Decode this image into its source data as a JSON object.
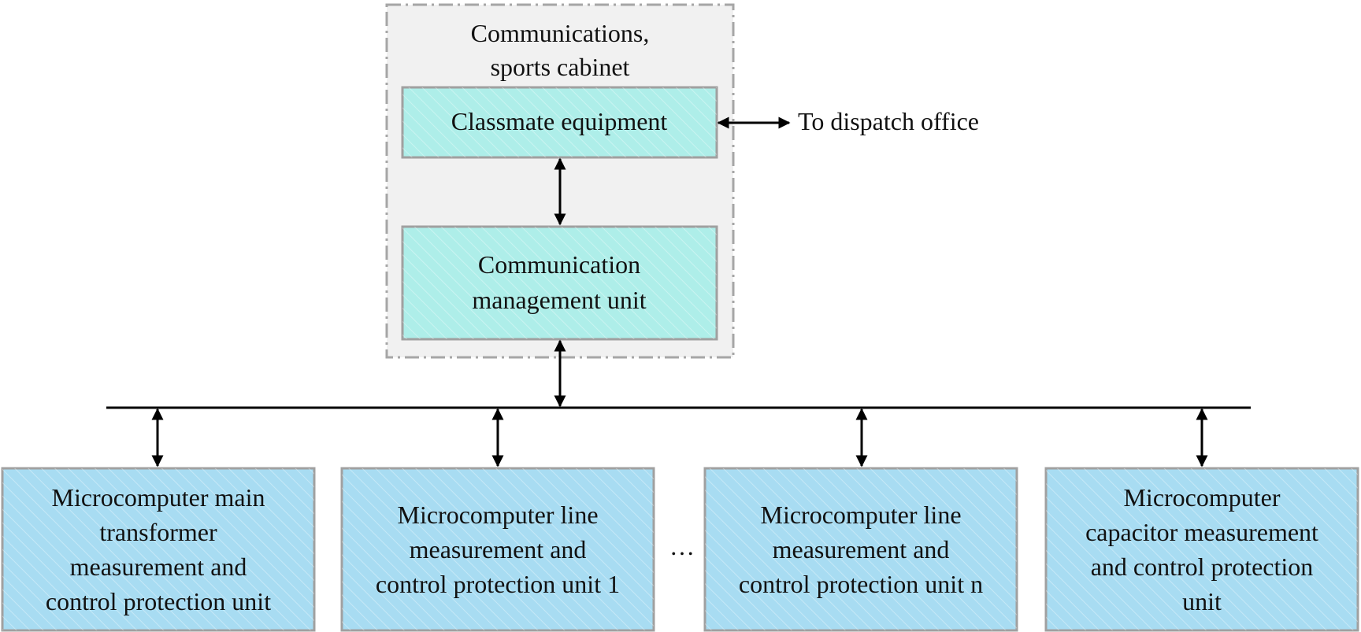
{
  "colors": {
    "cabinet_fill": "#f1f1f1",
    "cabinet_border": "#a6a6a6",
    "teal_box": "#aeeee9",
    "blue_box": "#a8dcf2",
    "box_border": "#a0a0a0",
    "line": "#000000",
    "text": "#111111"
  },
  "cabinet": {
    "title_line1": "Communications,",
    "title_line2": "sports cabinet"
  },
  "classmate_equipment": {
    "label": "Classmate equipment"
  },
  "dispatch": {
    "label": "To dispatch office"
  },
  "comm_management_unit": {
    "line1": "Communication",
    "line2": "management unit"
  },
  "units": [
    {
      "lines": [
        "Microcomputer main",
        "transformer",
        "measurement and",
        "control protection unit"
      ]
    },
    {
      "lines": [
        "Microcomputer line",
        "measurement and",
        "control protection unit 1"
      ]
    },
    {
      "lines": [
        "Microcomputer line",
        "measurement and",
        "control protection unit n"
      ]
    },
    {
      "lines": [
        "Microcomputer",
        "capacitor measurement",
        "and control protection",
        "unit"
      ]
    }
  ],
  "ellipsis": "…"
}
